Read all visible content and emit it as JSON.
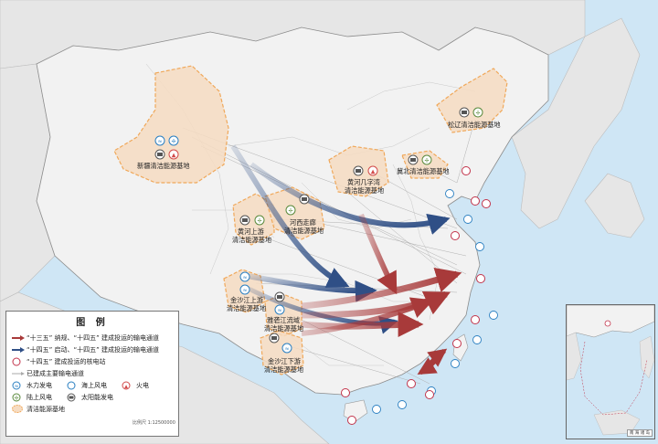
{
  "colors": {
    "sea": "#cfe6f5",
    "land_china": "#f2f2f2",
    "land_foreign": "#e6e6e6",
    "base_fill": "#f6dcc2",
    "base_border": "#f0a85a",
    "arrow_13th": "#a83a3a",
    "arrow_14th": "#2f4f86",
    "nuclear": "#c2334a",
    "hydro": "#2a7fc1",
    "wind": "#2a7fc1",
    "thermal": "#d24a4a",
    "land_wind": "#5a8a3c",
    "solar": "#555555"
  },
  "bases": [
    {
      "label": "新疆清洁能源基地",
      "icons": [
        "hydro",
        "wind",
        "solar",
        "thermal"
      ]
    },
    {
      "label": "黄河上游 清洁能源基地",
      "icons": [
        "solar",
        "land_wind"
      ]
    },
    {
      "label": "河西走廊 清洁能源基地",
      "icons": [
        "land_wind",
        "solar"
      ]
    },
    {
      "label": "黄河几字湾 清洁能源基地",
      "icons": [
        "solar",
        "thermal"
      ]
    },
    {
      "label": "冀北清洁能源基地",
      "icons": [
        "solar",
        "land_wind"
      ]
    },
    {
      "label": "松辽清洁能源基地",
      "icons": [
        "solar",
        "land_wind"
      ]
    },
    {
      "label": "金沙江上游 清洁能源基地",
      "icons": [
        "hydro",
        "hydro"
      ]
    },
    {
      "label": "雅砻江流域 清洁能源基地",
      "icons": [
        "solar",
        "hydro"
      ]
    },
    {
      "label": "金沙江下游 清洁能源基地",
      "icons": [
        "solar",
        "hydro"
      ]
    }
  ],
  "legend": {
    "title": "图 例",
    "arrow_13th_label": "“十三五” 纳规、“十四五” 建成投运的输电通道",
    "arrow_14th_label": "“十四五” 启动、“十四五” 建成投运的输电通道",
    "nuclear_label": "“十四五” 建成投运的核电站",
    "existing_label": "已建成主要输电通道",
    "hydro_label": "水力发电",
    "offshore_wind_label": "海上风电",
    "thermal_label": "火电",
    "land_wind_label": "陆上风电",
    "solar_label": "太阳能发电",
    "base_label": "清洁能源基地"
  },
  "scale_text": "比例尺 1:12500000",
  "inset_label": "南 海 诸 岛"
}
